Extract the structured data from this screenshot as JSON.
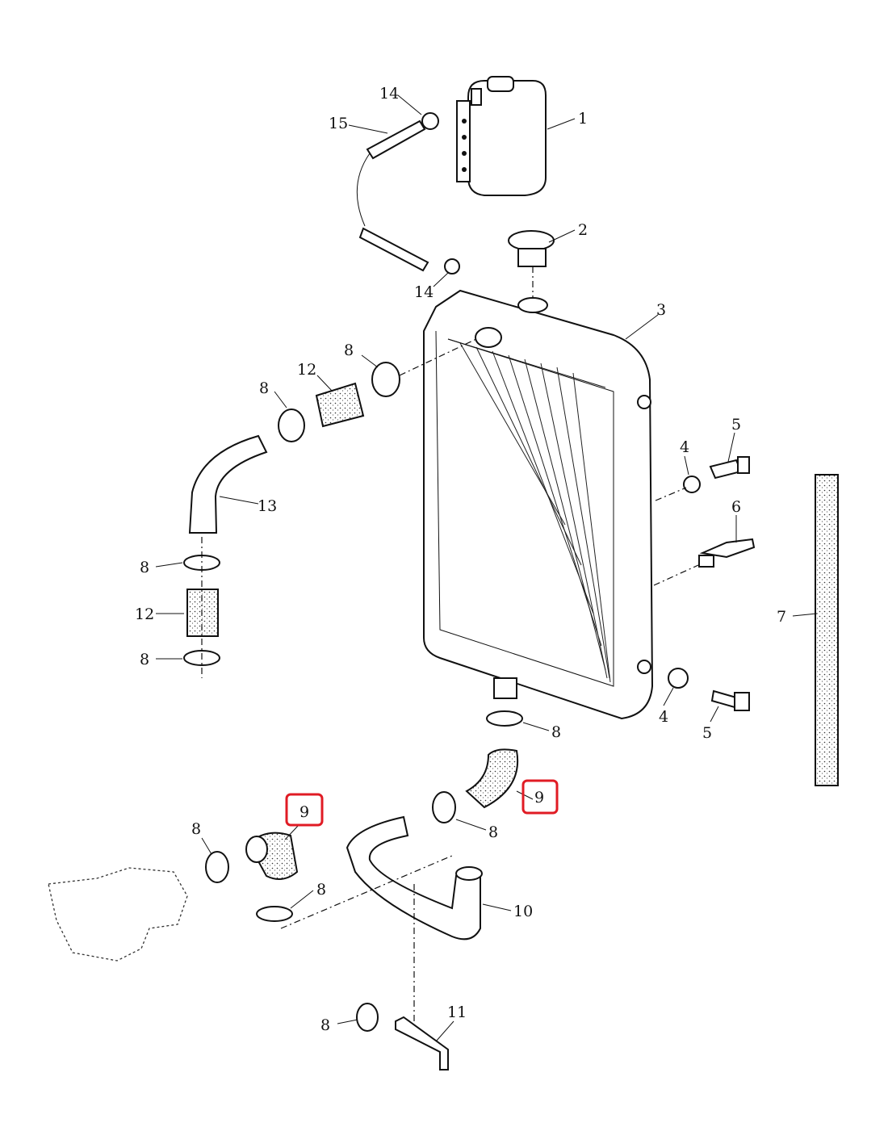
{
  "diagram": {
    "title": "Radiator and coolant hoses exploded view",
    "highlight_color": "#e01b24",
    "callouts": [
      "14",
      "15",
      "1",
      "2",
      "14",
      "3",
      "8",
      "12",
      "8",
      "13",
      "5",
      "4",
      "6",
      "7",
      "8",
      "12",
      "8",
      "4",
      "5",
      "8",
      "9",
      "9",
      "8",
      "8",
      "8",
      "10",
      "11",
      "8"
    ]
  }
}
